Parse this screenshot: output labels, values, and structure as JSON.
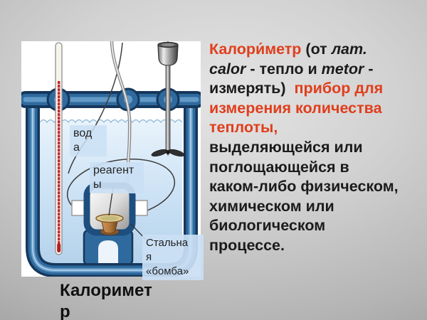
{
  "slide": {
    "caption": "Калоримет\nр",
    "colors": {
      "accent_red": "#e03e1c",
      "text_black": "#1b1b1b",
      "vessel_blue": "#2f6a9e",
      "water_blue": "#cfe4f6",
      "label_bg": "#cbe0f4"
    },
    "diagram": {
      "labels": {
        "water": "вод\nа",
        "reagents": "реагент\nы",
        "steel_bomb": "Стальна\nя\n«бомба»"
      }
    },
    "definition_lines": [
      {
        "segments": [
          {
            "t": "Калори́метр ",
            "c": "red"
          },
          {
            "t": "(от ",
            "c": "black"
          },
          {
            "t": "лат.",
            "c": "black",
            "i": true
          }
        ]
      },
      {
        "segments": [
          {
            "t": "calor",
            "c": "black",
            "i": true
          },
          {
            "t": " - тепло и ",
            "c": "black"
          },
          {
            "t": "metor",
            "c": "black",
            "i": true
          },
          {
            "t": " -",
            "c": "black"
          }
        ]
      },
      {
        "segments": [
          {
            "t": "измерять)  ",
            "c": "black"
          },
          {
            "t": "прибор для",
            "c": "red"
          }
        ]
      },
      {
        "segments": [
          {
            "t": "измерения количества",
            "c": "red"
          }
        ]
      },
      {
        "segments": [
          {
            "t": "теплоты,",
            "c": "red"
          }
        ]
      },
      {
        "segments": [
          {
            "t": "выделяющейся или",
            "c": "black"
          }
        ]
      },
      {
        "segments": [
          {
            "t": "поглощающейся в",
            "c": "black"
          }
        ]
      },
      {
        "segments": [
          {
            "t": "каком-либо физическом,",
            "c": "black"
          }
        ]
      },
      {
        "segments": [
          {
            "t": "химическом или",
            "c": "black"
          }
        ]
      },
      {
        "segments": [
          {
            "t": "биологическом",
            "c": "black"
          }
        ]
      },
      {
        "segments": [
          {
            "t": "процессе.",
            "c": "black"
          }
        ]
      }
    ]
  }
}
